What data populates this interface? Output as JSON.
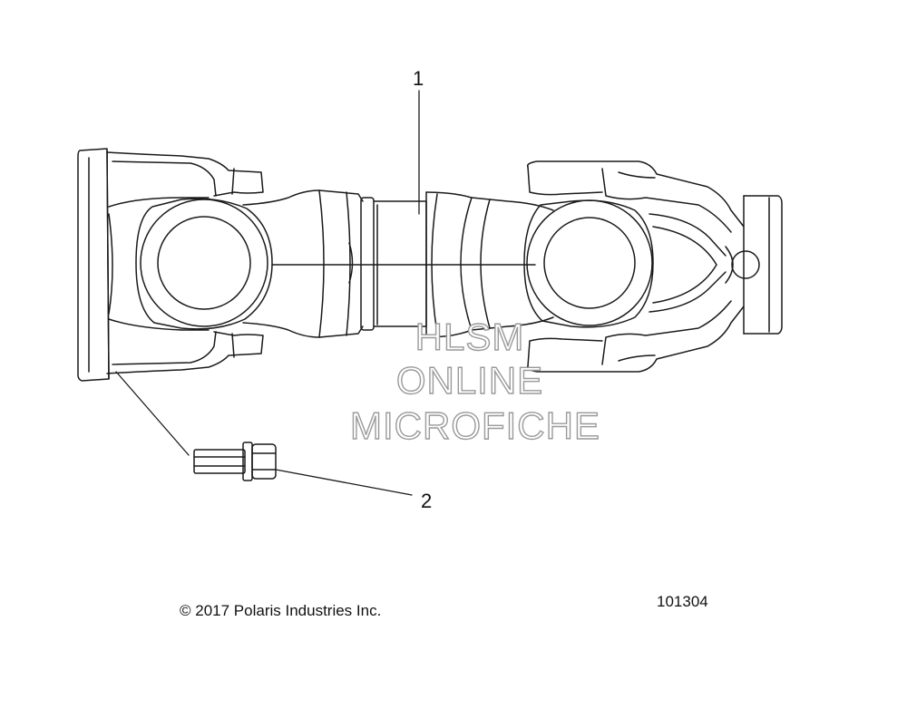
{
  "callouts": [
    {
      "number": "1"
    },
    {
      "number": "2"
    }
  ],
  "watermark": {
    "line1": "HLSM",
    "line2": "ONLINE",
    "line3": "MICROFICHE"
  },
  "footer": {
    "copyright": "© 2017 Polaris Industries Inc.",
    "figure_number": "101304"
  }
}
